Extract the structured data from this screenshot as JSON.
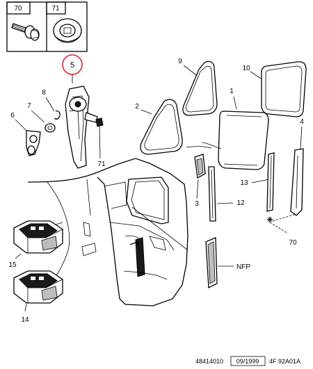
{
  "labels": {
    "p70a": "70",
    "p71a": "71",
    "p5": "5",
    "p8": "8",
    "p7": "7",
    "p6": "6",
    "p71b": "71",
    "p2": "2",
    "p9": "9",
    "p10": "10",
    "p1": "1",
    "p4": "4",
    "p13": "13",
    "p3": "3",
    "p12": "12",
    "p70b": "70",
    "p15": "15",
    "p14": "14",
    "nfp": "NFP"
  },
  "footer": {
    "doc_number": "48414010",
    "date": "09/1999",
    "code": "4F 92A01A"
  },
  "colors": {
    "highlight_circle": "#d9262e",
    "line": "#000000"
  }
}
